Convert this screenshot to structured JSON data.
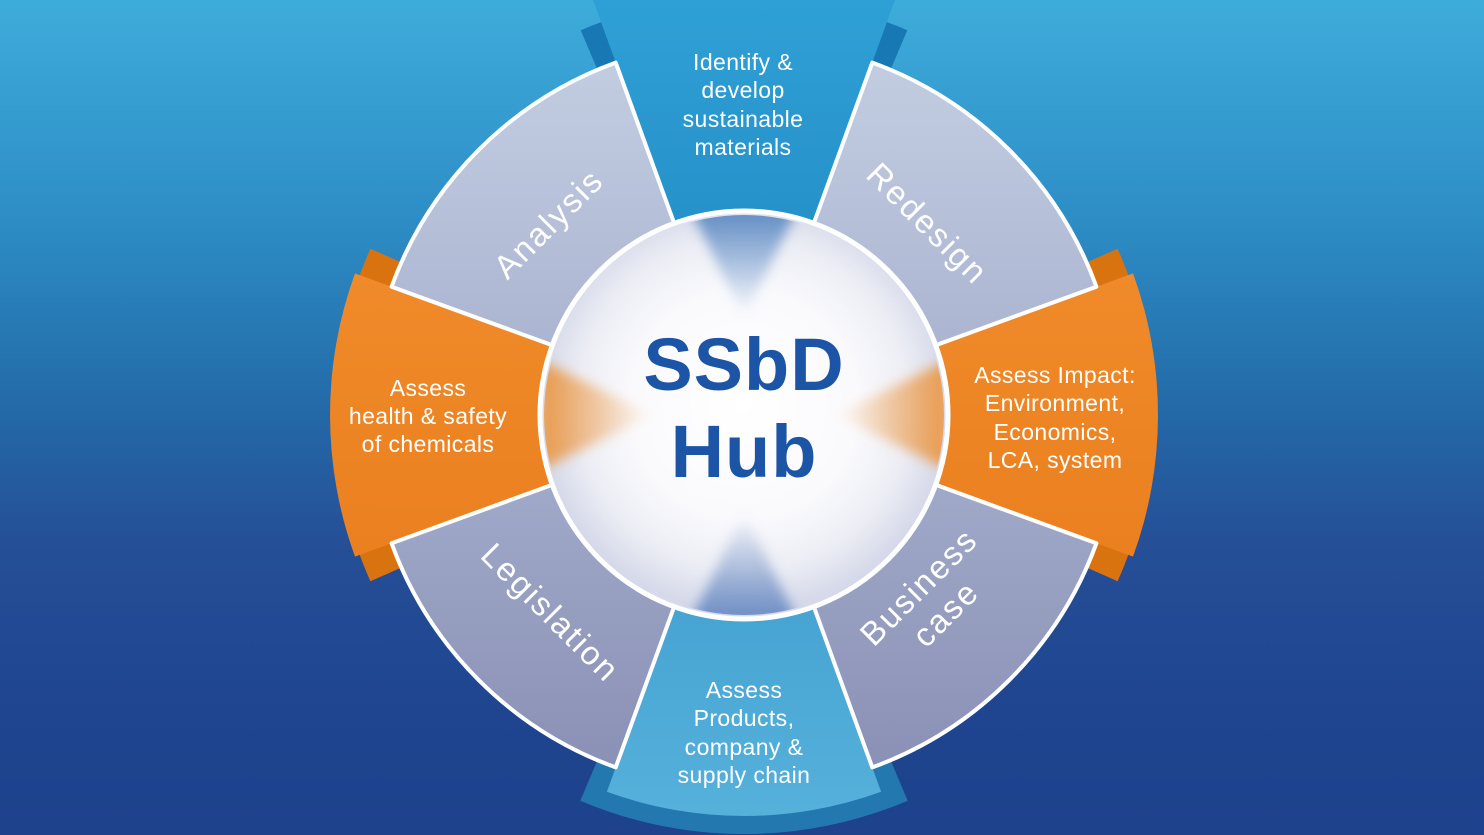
{
  "diagram_title": "SSbD Hub",
  "center": {
    "line1": "SSbD",
    "line2": "Hub",
    "text_color": "#1C55A5"
  },
  "ring": {
    "analysis": "Analysis",
    "redesign": "Redesign",
    "legislation": "Legislation",
    "business_line1": "Business",
    "business_line2": "case"
  },
  "wedges": {
    "top": {
      "lines": [
        "Identify &",
        "develop",
        "sustainable",
        "materials"
      ],
      "color": "#2496CC"
    },
    "right": {
      "lines": [
        "Assess Impact:",
        "Environment,",
        "Economics,",
        "LCA, system"
      ],
      "color": "#EE8524"
    },
    "bottom": {
      "lines": [
        "Assess",
        "Products,",
        "company &",
        "supply chain"
      ],
      "color": "#49A6D3"
    },
    "left": {
      "lines": [
        "Assess",
        "health & safety",
        "of chemicals"
      ],
      "color": "#EE8524"
    }
  },
  "colors": {
    "background_top": "#3EACDB",
    "background_bottom": "#1E428C",
    "orange": "#EE8524",
    "orange_fold": "#D9730F",
    "blue_fold_top": "#1878B4",
    "blue_fold_bottom": "#2478B0",
    "ring_segment_light": "#C3CDE1",
    "ring_segment_dark": "#8A90B5",
    "label_text": "#FFFFFF"
  }
}
